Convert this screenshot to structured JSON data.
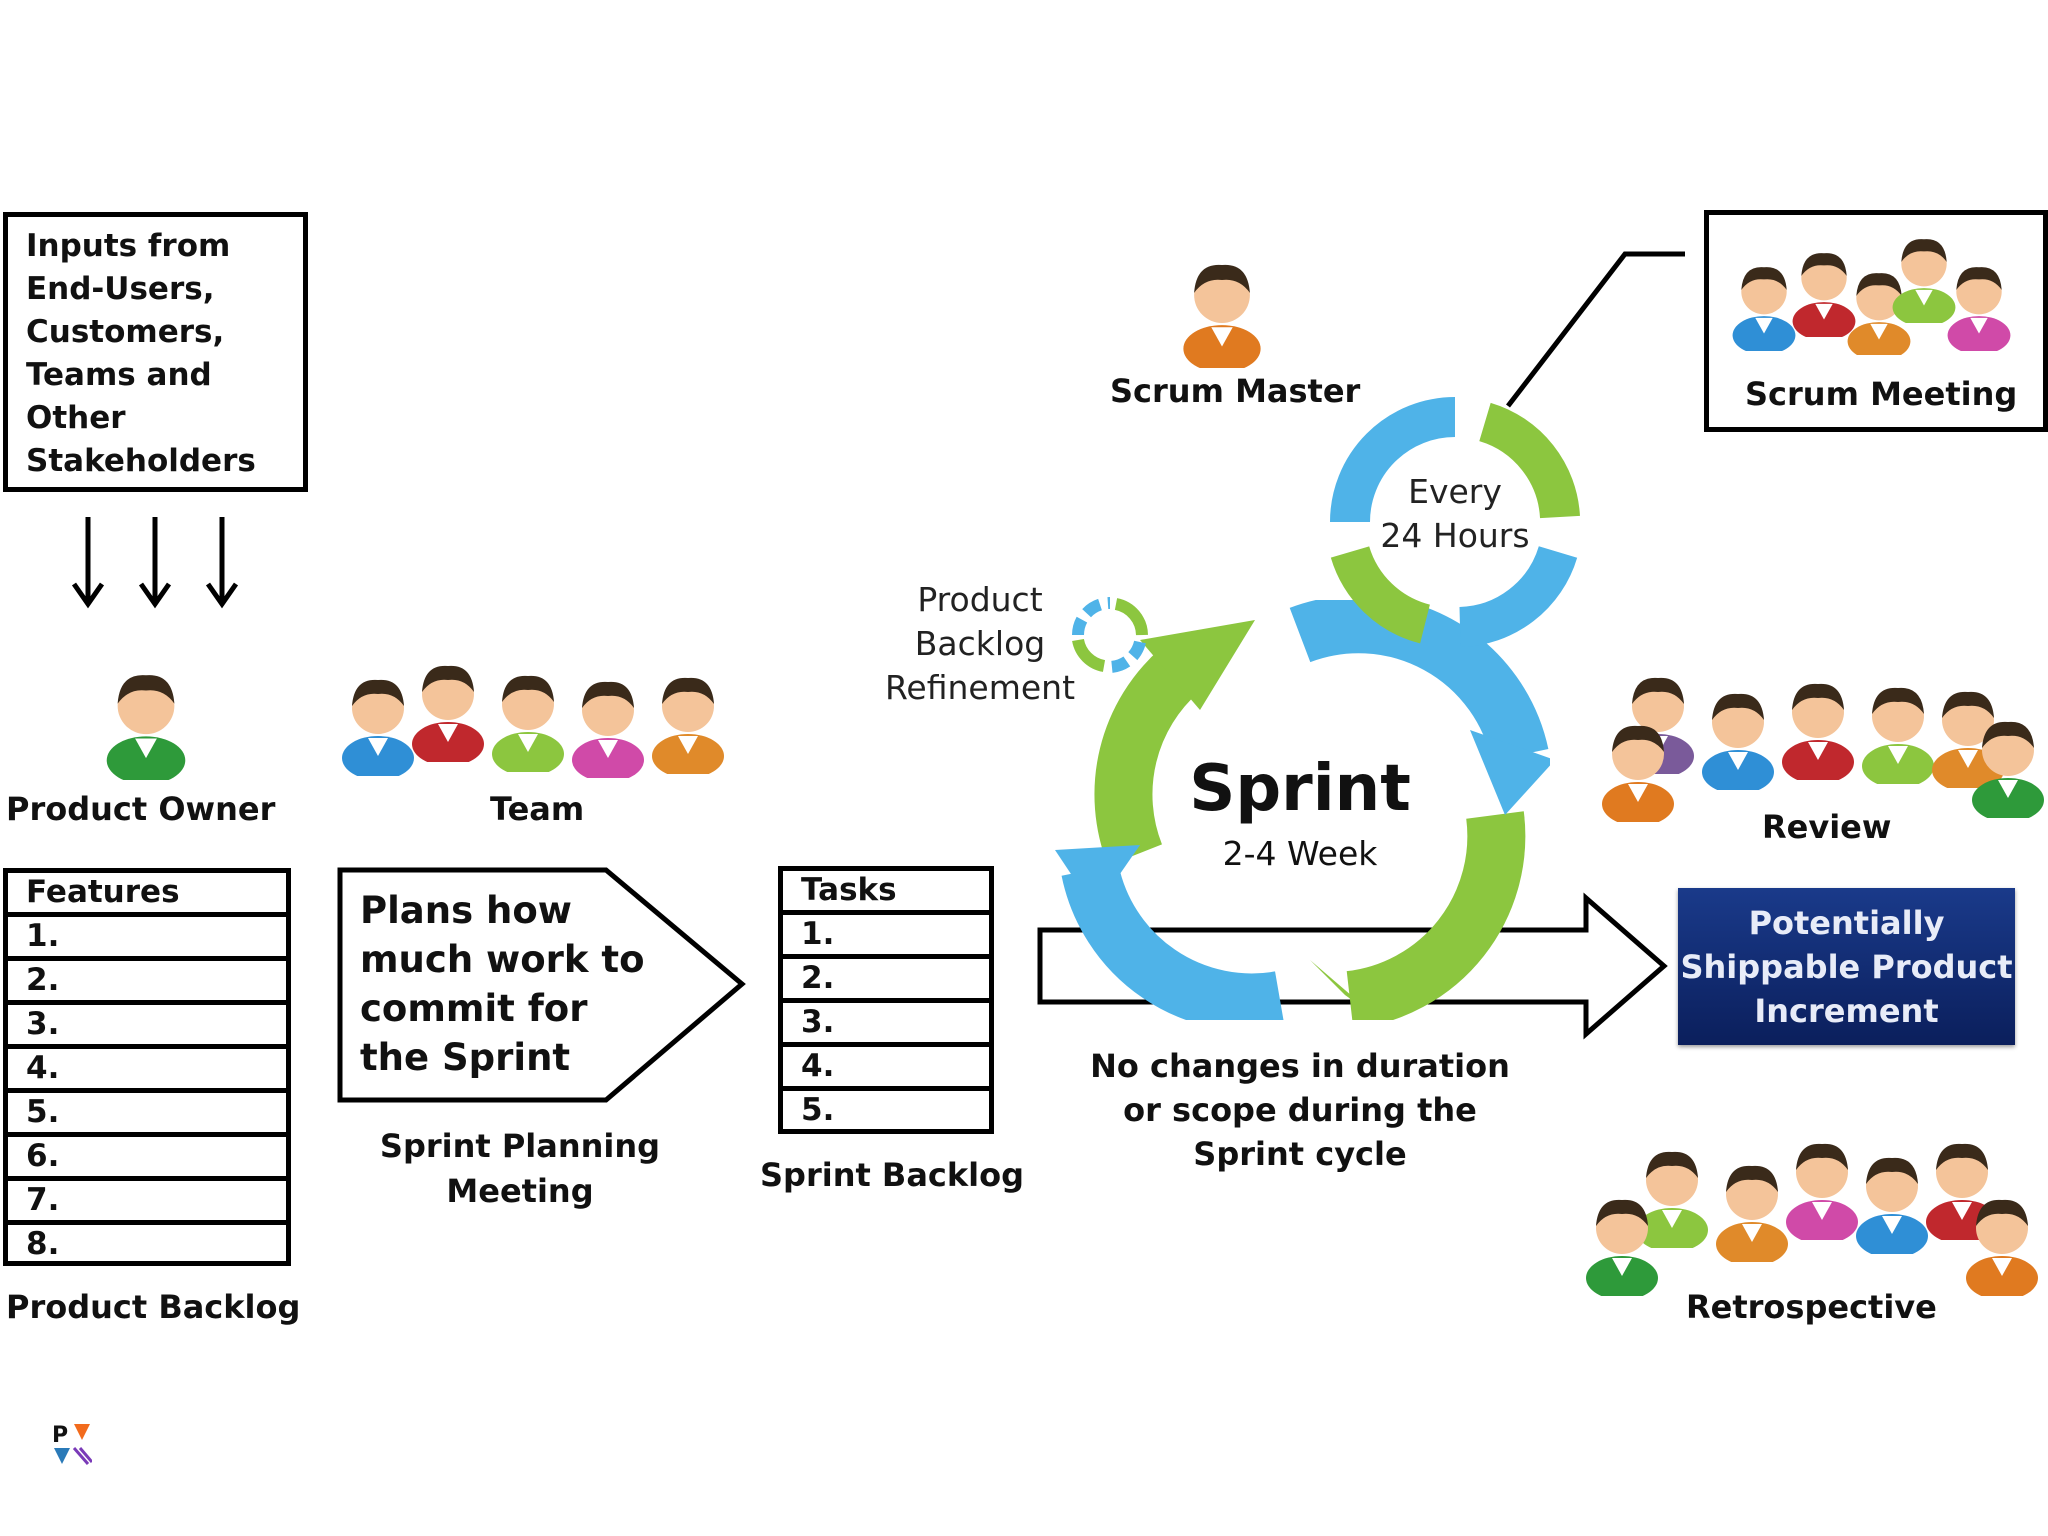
{
  "inputs_box": {
    "lines": [
      "Inputs from",
      "End-Users,",
      "Customers,",
      "Teams and",
      "Other",
      "Stakeholders"
    ]
  },
  "roles": {
    "product_owner": "Product Owner",
    "team": "Team",
    "scrum_master": "Scrum Master",
    "scrum_meeting": "Scrum Meeting",
    "review": "Review",
    "retrospective": "Retrospective"
  },
  "product_backlog": {
    "header": "Features",
    "items": [
      "1.",
      "2.",
      "3.",
      "4.",
      "5.",
      "6.",
      "7.",
      "8."
    ],
    "label": "Product Backlog"
  },
  "planning": {
    "lines": [
      "Plans how",
      "much work to",
      "commit for",
      "the Sprint"
    ],
    "label_lines": [
      "Sprint Planning",
      "Meeting"
    ]
  },
  "sprint_backlog": {
    "header": "Tasks",
    "items": [
      "1.",
      "2.",
      "3.",
      "4.",
      "5."
    ],
    "label": "Sprint Backlog"
  },
  "sprint": {
    "title": "Sprint",
    "duration": "2-4 Week"
  },
  "daily_cycle": {
    "lines": [
      "Every",
      "24 Hours"
    ]
  },
  "refinement": {
    "lines": [
      "Product",
      "Backlog",
      "Refinement"
    ]
  },
  "constraint": {
    "lines": [
      "No changes in duration",
      "or scope during the",
      "Sprint cycle"
    ]
  },
  "output": {
    "lines": [
      "Potentially",
      "Shippable Product",
      "Increment"
    ]
  },
  "colors": {
    "cycle_blue": "#4fb3e8",
    "cycle_green": "#8cc63f",
    "increment_blue": "#13307a"
  }
}
